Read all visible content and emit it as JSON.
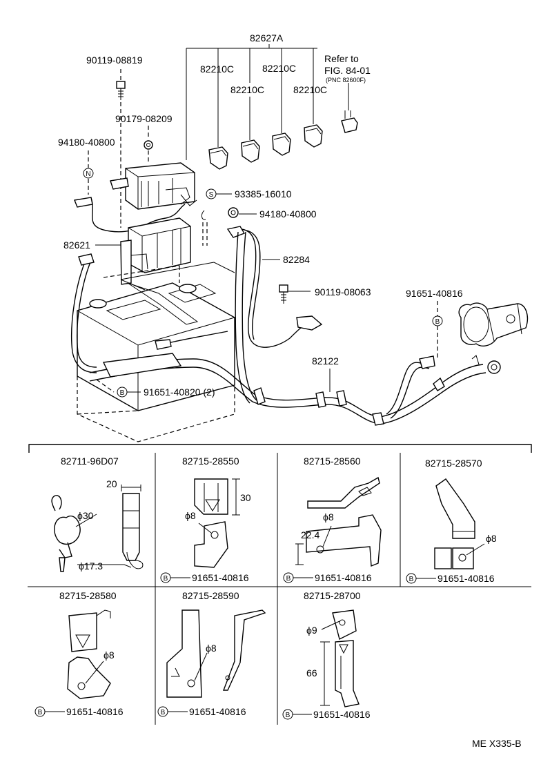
{
  "labels": {
    "assy": "82627A",
    "c1": "82210C",
    "c2": "82210C",
    "c3": "82210C",
    "c4": "82210C",
    "refer1": "Refer to",
    "refer2": "FIG. 84-01",
    "refer3": "(PNC 82600F)",
    "p90119_08819": "90119-08819",
    "p90179_08209": "90179-08209",
    "p94180_40800a": "94180-40800",
    "p93385_16010": "93385-16010",
    "p94180_40800b": "94180-40800",
    "p82621": "82621",
    "p82284": "82284",
    "p90119_08063": "90119-08063",
    "p91651_40816_top": "91651-40816",
    "p82122": "82122",
    "p91651_40820": "91651-40820 (2)"
  },
  "markers": {
    "n": "N",
    "s": "S",
    "b": "B"
  },
  "cells": [
    {
      "part": "82711-96D07",
      "dims": [
        "20",
        "ϕ30",
        "ϕ17.3"
      ],
      "bolt": ""
    },
    {
      "part": "82715-28550",
      "dims": [
        "30",
        "ϕ8"
      ],
      "bolt": "91651-40816"
    },
    {
      "part": "82715-28560",
      "dims": [
        "ϕ8",
        "22.4"
      ],
      "bolt": "91651-40816"
    },
    {
      "part": "82715-28570",
      "dims": [
        "ϕ8"
      ],
      "bolt": "91651-40816"
    },
    {
      "part": "82715-28580",
      "dims": [
        "ϕ8"
      ],
      "bolt": "91651-40816"
    },
    {
      "part": "82715-28590",
      "dims": [
        "ϕ8"
      ],
      "bolt": "91651-40816"
    },
    {
      "part": "82715-28700",
      "dims": [
        "ϕ9",
        "66"
      ],
      "bolt": "91651-40816"
    }
  ],
  "figure_code": "ME X335-B"
}
